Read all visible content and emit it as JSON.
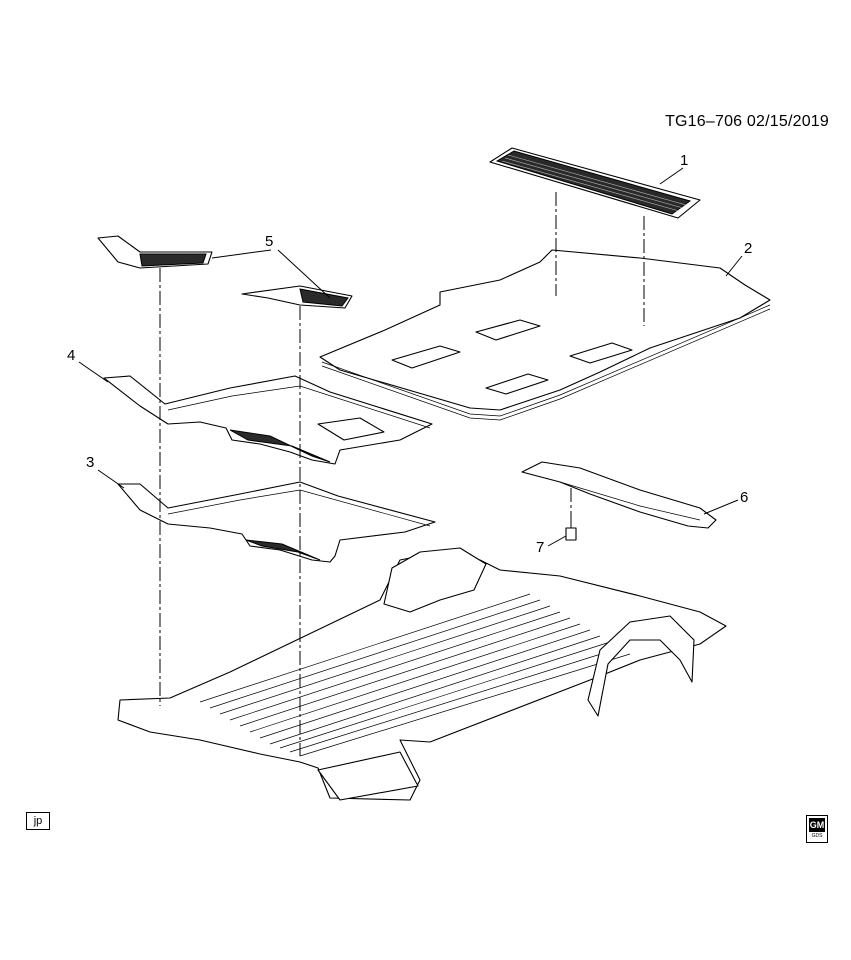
{
  "header": {
    "reference": "TG16–706  02/15/2019"
  },
  "callouts": [
    {
      "id": "1",
      "label": "1"
    },
    {
      "id": "2",
      "label": "2"
    },
    {
      "id": "3",
      "label": "3"
    },
    {
      "id": "4",
      "label": "4"
    },
    {
      "id": "5",
      "label": "5"
    },
    {
      "id": "6",
      "label": "6"
    },
    {
      "id": "7",
      "label": "7"
    }
  ],
  "footer": {
    "badge": "jp",
    "logo_text": "GM",
    "logo_sub": "GDS"
  }
}
